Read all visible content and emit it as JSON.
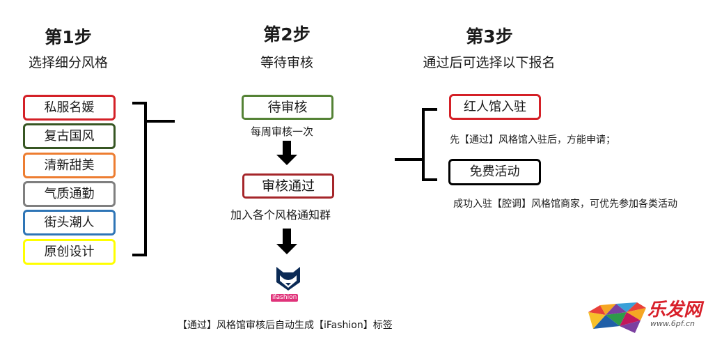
{
  "step1": {
    "title": "第1步",
    "subtitle": "选择细分风格",
    "styles": [
      {
        "label": "私服名媛",
        "color": "#d42027"
      },
      {
        "label": "复古国风",
        "color": "#375623"
      },
      {
        "label": "清新甜美",
        "color": "#ed7d31"
      },
      {
        "label": "气质通勤",
        "color": "#7f7f7f"
      },
      {
        "label": "街头潮人",
        "color": "#2e75b6"
      },
      {
        "label": "原创设计",
        "color": "#ffff00"
      }
    ]
  },
  "step2": {
    "title": "第2步",
    "subtitle": "等待审核",
    "pending_box": "待审核",
    "pending_color": "#548235",
    "pending_note": "每周审核一次",
    "approved_box": "审核通过",
    "approved_color": "#a5262a",
    "approved_note": "加入各个风格通知群",
    "logo_text": "ifashion",
    "logo_icon": "fox-icon",
    "bottom_note": "【通过】风格馆审核后自动生成【iFashion】标签"
  },
  "step3": {
    "title": "第3步",
    "subtitle": "通过后可选择以下报名",
    "option1": "红人馆入驻",
    "option1_color": "#d42027",
    "option1_note": "先【通过】风格馆入驻后，方能申请；",
    "option2": "免费活动",
    "option2_color": "#000000",
    "option2_note": "成功入驻【腔调】风格馆商家，可优先参加各类活动"
  },
  "watermark": {
    "text": "乐发网",
    "url": "www.6pf.cn",
    "icon": "colorful-bull-logo-icon"
  }
}
